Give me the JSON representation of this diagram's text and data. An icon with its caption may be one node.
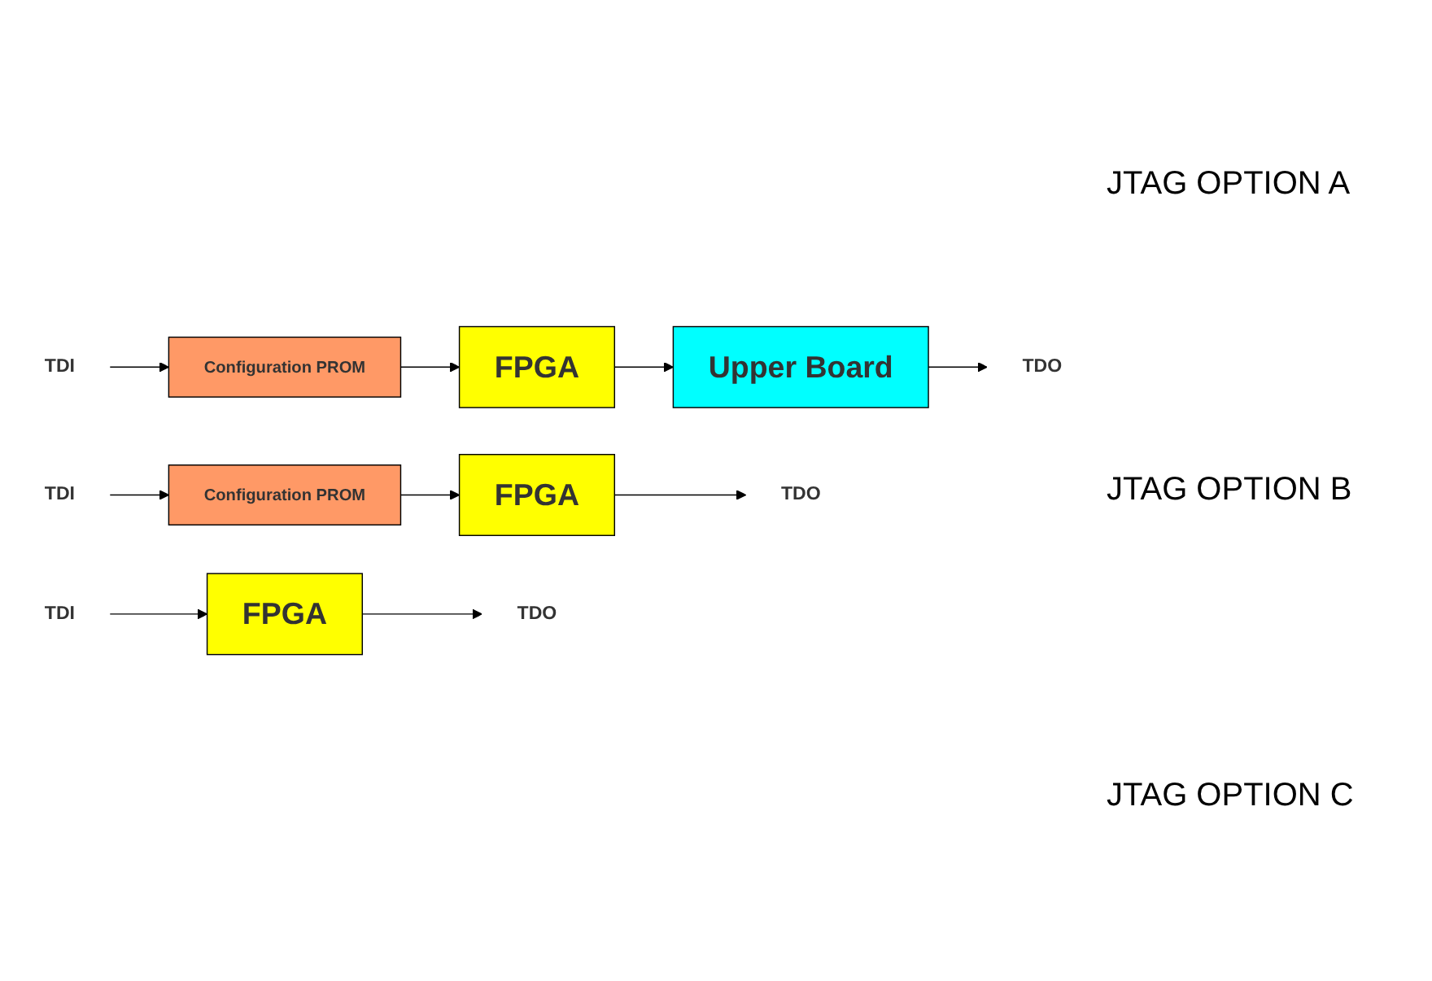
{
  "diagram": {
    "nodes": [
      {
        "text": [
          "TDI"
        ]
      },
      {
        "text": [
          "Configuration PROM"
        ]
      },
      {
        "text": [
          "FPGA"
        ]
      },
      {
        "text": [
          "Upper Board"
        ]
      },
      {
        "text": [
          "TDO"
        ]
      },
      {
        "text": [
          "TDI"
        ]
      },
      {
        "text": [
          "Configuration PROM"
        ]
      },
      {
        "text": [
          "FPGA"
        ]
      },
      {
        "text": [
          "TDO"
        ]
      },
      {
        "text": [
          "TDI"
        ]
      },
      {
        "text": [
          "FPGA"
        ]
      },
      {
        "text": [
          "TDO"
        ]
      }
    ],
    "edges": [
      {
        "from": 0,
        "to": 1,
        "arrow": "to"
      },
      {
        "from": 1,
        "to": 2,
        "arrow": "to"
      },
      {
        "from": 2,
        "to": 3,
        "arrow": "to"
      },
      {
        "from": 3,
        "to": 4,
        "arrow": "to"
      },
      {
        "from": 5,
        "to": 6,
        "arrow": "to"
      },
      {
        "from": 6,
        "to": 7,
        "arrow": "to"
      },
      {
        "from": 7,
        "to": 8,
        "arrow": "to"
      },
      {
        "from": 9,
        "to": 10,
        "arrow": "to"
      },
      {
        "from": 10,
        "to": 11,
        "arrow": "to"
      }
    ],
    "labels": [
      "JTAG OPTION A",
      "JTAG OPTION B",
      "JTAG OPTION C"
    ]
  }
}
